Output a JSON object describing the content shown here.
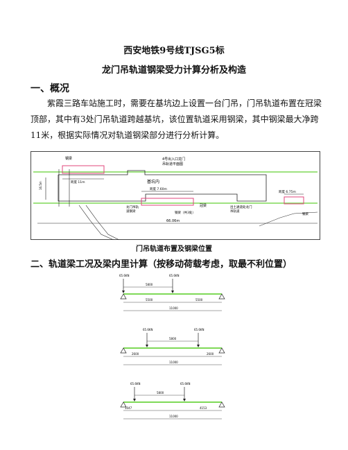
{
  "doc": {
    "title": "西安地铁9号线TJSG5标",
    "subtitle": "龙门吊轨道钢梁受力计算分析及构造",
    "section1": "一、概况",
    "paragraph": "紫霞三路车站施工时，需要在基坑边上设置一台门吊，门吊轨道布置在冠梁顶部，其中有3处门吊轨道跨越基坑，该位置轨道采用钢梁，其中钢梁最大净跨11米，根据实际情况对轨道钢梁部分进行分析计算。",
    "caption": "门吊轨道布置及钢梁位置",
    "section2": "二、轨道梁工况及梁内里计算（按移动荷载考虑，取最不利位置）"
  },
  "plan": {
    "entrance_label_1": "4号出入口龙门",
    "entrance_label_2": "吊轨道平面图",
    "steel_beam_top": "钢梁",
    "span_left": "跨度 11m",
    "pit_label": "基坑内",
    "span_mid": "跨度 7.60m",
    "crown_beam": "冠梁",
    "track_left_1": "龙门吊轨",
    "track_left_2": "道钢梁",
    "steel_beam_mid": "钢梁（共3处）",
    "track_right_1": "出土通道处龙门",
    "track_right_2": "吊轨道",
    "span_right": "跨度 6.75m",
    "steel_beam_right": "钢梁",
    "total_length": "66.06m",
    "width_label": "16.5m"
  },
  "cases": [
    {
      "load_left": "65.6KN",
      "load_right": "65.6KN",
      "wheel_spacing": "5800",
      "seg_left": "5500",
      "seg_right": "5500",
      "span": "11000"
    },
    {
      "load_left": "65.6KN",
      "load_right": "65.6KN",
      "wheel_spacing": "5800",
      "seg_left": "2600",
      "seg_right": "2600",
      "span": "11000"
    },
    {
      "load_left": "65.6KN",
      "load_right": "65.6KN",
      "wheel_spacing": "5800",
      "seg_left": "1047",
      "seg_right": "4153",
      "span": "11000"
    }
  ]
}
